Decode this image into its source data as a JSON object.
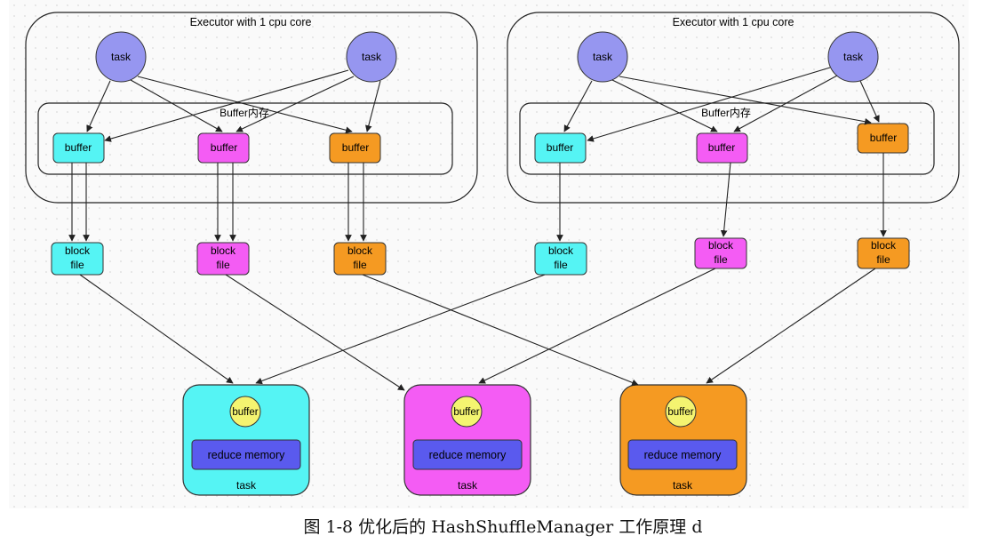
{
  "executors": [
    {
      "label": "Executor with 1 cpu core",
      "buffer_area_label": "Buffer内存",
      "tasks": [
        "task",
        "task"
      ]
    },
    {
      "label": "Executor with 1 cpu core",
      "buffer_area_label": "Buffer内存",
      "tasks": [
        "task",
        "task"
      ]
    }
  ],
  "buffer_label": "buffer",
  "block_file_label": [
    "block",
    "file"
  ],
  "reduce_tasks": [
    {
      "buffer_label": "buffer",
      "memory_label": "reduce memory",
      "task_label": "task"
    },
    {
      "buffer_label": "buffer",
      "memory_label": "reduce memory",
      "task_label": "task"
    },
    {
      "buffer_label": "buffer",
      "memory_label": "reduce memory",
      "task_label": "task"
    }
  ],
  "caption": "图 1-8  优化后的 HashShuffleManager 工作原理 d",
  "colors": {
    "cyan": "#55f4f4",
    "magenta": "#f45cf4",
    "orange": "#f59a22",
    "task_circle": "#9696f0",
    "reduce_memory": "#5a5aee",
    "reduce_buffer": "#f4f470"
  }
}
